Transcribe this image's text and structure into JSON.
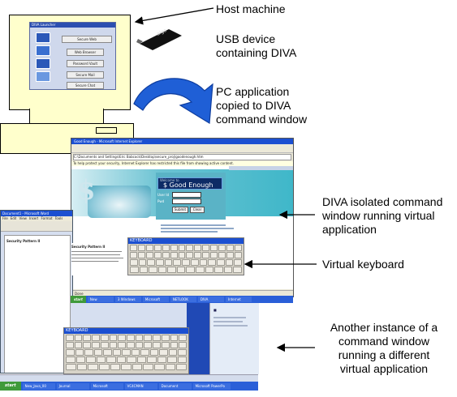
{
  "labels": {
    "host": "Host machine",
    "usb": "USB device containing DIVA",
    "pc_app": "PC application copied to DIVA command window",
    "isolated": "DIVA isolated command window running virtual application",
    "vkbd": "Virtual keyboard",
    "another": "Another instance of a command window running a different virtual application"
  },
  "host_screen": {
    "title": "DIVA Launcher",
    "buttons": [
      "Secure Web",
      "Web Browser",
      "Password Vault",
      "Secure Mail",
      "Secure Chat"
    ]
  },
  "usb_stick": {
    "brand": "aigo"
  },
  "browser_window": {
    "title": "Good Enough - Microsoft Internet Explorer",
    "address": "C:\\Documents and Settings\\Eric Babcock\\Desktop\\secure_proj\\goodenough.htm",
    "info_bar": "To help protect your security, Internet Explorer has restricted this file from showing active content.",
    "site_header": "$ Good Enough",
    "welcome": "Welcome to",
    "field_user": "User Id",
    "field_pass": "Pwd",
    "btn_submit": "Submit",
    "btn_clear": "Clear",
    "status": "Done"
  },
  "keyboard": {
    "title": "KEYBOARD"
  },
  "keyboard2": {
    "title": "KEYBOARD"
  },
  "word_window": {
    "title": "Document1 - Microsoft Word",
    "menu": [
      "File",
      "Edit",
      "View",
      "Insert",
      "Format",
      "Tools"
    ],
    "doc_heading": "Security Pattern II"
  },
  "taskbar": {
    "start": "start",
    "items": [
      "New_Java_00",
      "Journal",
      "Microsoft",
      "VC4CMAN",
      "Document",
      "Microsoft PowerPo"
    ]
  },
  "taskbar_inner": {
    "start": "start",
    "items": [
      "New",
      "3 Windows",
      "Microsoft",
      "NETLOOK",
      "DIVA",
      "Internet"
    ]
  },
  "colors": {
    "title_blue": "#1b4fd1",
    "arrow_blue": "#1f5fd6",
    "monitor_fill": "#ffffcc",
    "teal": "#3fb7c9",
    "taskbar_green": "#3f9a3a"
  }
}
